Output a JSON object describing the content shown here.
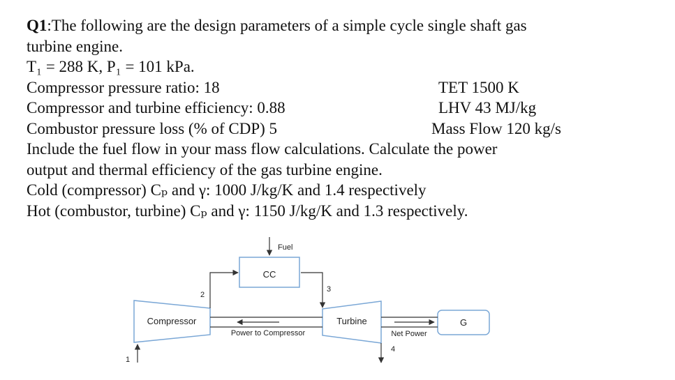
{
  "question": {
    "label": "Q1",
    "intro": ":The following are the design parameters of a simple cycle single shaft gas",
    "intro2": "turbine engine.",
    "line_conditions": "T₁ = 288 K, P₁ = 101 kPa.",
    "line_pr": "Compressor pressure ratio: 18",
    "line_tet": "TET 1500 K",
    "line_eff": "Compressor and turbine efficiency: 0.88",
    "line_lhv": "LHV 43 MJ/kg",
    "line_ploss": "Combustor pressure loss (% of CDP) 5",
    "line_mflow": "Mass Flow 120 kg/s",
    "line_include": "Include the fuel flow in your mass flow calculations. Calculate the power",
    "line_include2": "output and thermal efficiency of the gas turbine engine.",
    "line_cold": "Cold (compressor) Cₚ and γ: 1000 J/kg/K and 1.4 respectively",
    "line_hot": "Hot (combustor, turbine) Cₚ and γ: 1150 J/kg/K and 1.3 respectively."
  },
  "diagram": {
    "fuel": "Fuel",
    "cc": "CC",
    "compressor": "Compressor",
    "turbine": "Turbine",
    "power_to_compressor": "Power to Compressor",
    "net_power": "Net Power",
    "generator": "G",
    "station_1": "1",
    "station_2": "2",
    "station_3": "3",
    "station_4": "4"
  }
}
